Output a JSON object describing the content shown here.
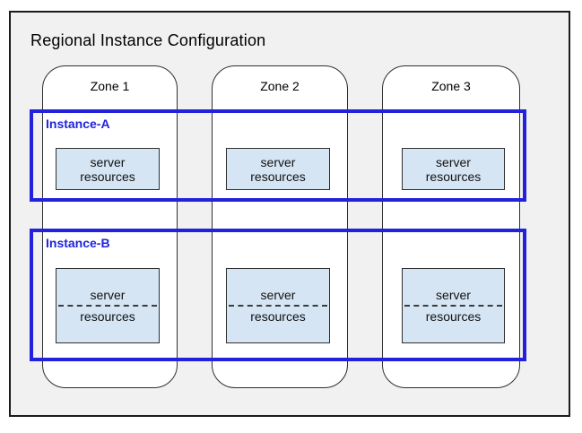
{
  "title": "Regional Instance Configuration",
  "zones": [
    {
      "label": "Zone 1"
    },
    {
      "label": "Zone 2"
    },
    {
      "label": "Zone 3"
    }
  ],
  "instances": [
    {
      "label": "Instance-A"
    },
    {
      "label": "Instance-B"
    }
  ],
  "server_box": {
    "line1": "server",
    "line2": "resources"
  },
  "colors": {
    "instance_accent": "#2222dd",
    "server_box_fill": "#d5e5f4",
    "region_fill": "#f1f1f1"
  }
}
